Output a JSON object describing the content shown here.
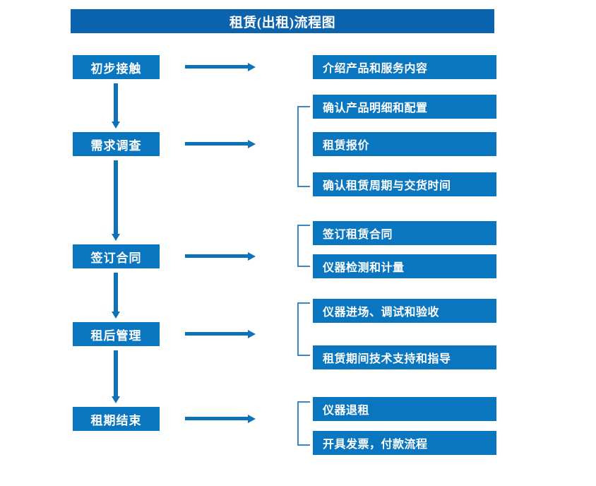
{
  "title": "租赁(出租)流程图",
  "colors": {
    "title_bar": "#0B63AE",
    "box": "#0B76C0",
    "arrow": "#0E72B8",
    "bracket": "#3C86C8",
    "text": "#FFFFFF",
    "background": "#FFFFFF"
  },
  "stages": [
    {
      "label": "初步接触"
    },
    {
      "label": "需求调查"
    },
    {
      "label": "签订合同"
    },
    {
      "label": "租后管理"
    },
    {
      "label": "租期结束"
    }
  ],
  "details": [
    {
      "label": "介绍产品和服务内容"
    },
    {
      "label": "确认产品明细和配置"
    },
    {
      "label": "租赁报价"
    },
    {
      "label": "确认租赁周期与交货时间"
    },
    {
      "label": "签订租赁合同"
    },
    {
      "label": "仪器检测和计量"
    },
    {
      "label": "仪器进场、调试和验收"
    },
    {
      "label": "租赁期间技术支持和指导"
    },
    {
      "label": "仪器退租"
    },
    {
      "label": "开具发票，付款流程"
    }
  ],
  "groups": [
    {
      "name": "需求调查-group",
      "items": [
        "确认产品明细和配置",
        "租赁报价",
        "确认租赁周期与交货时间"
      ]
    },
    {
      "name": "签订合同-group",
      "items": [
        "签订租赁合同",
        "仪器检测和计量"
      ]
    },
    {
      "name": "租后管理-group",
      "items": [
        "仪器进场、调试和验收",
        "租赁期间技术支持和指导"
      ]
    },
    {
      "name": "租期结束-group",
      "items": [
        "仪器退租",
        "开具发票，付款流程"
      ]
    }
  ],
  "flow": [
    {
      "from": "初步接触",
      "to": "需求调查",
      "direction": "down"
    },
    {
      "from": "需求调查",
      "to": "签订合同",
      "direction": "down"
    },
    {
      "from": "签订合同",
      "to": "租后管理",
      "direction": "down"
    },
    {
      "from": "租后管理",
      "to": "租期结束",
      "direction": "down"
    },
    {
      "from": "初步接触",
      "to": "介绍产品和服务内容",
      "direction": "right"
    },
    {
      "from": "需求调查",
      "to": "需求调查-group",
      "direction": "right"
    },
    {
      "from": "签订合同",
      "to": "签订合同-group",
      "direction": "right"
    },
    {
      "from": "租后管理",
      "to": "租后管理-group",
      "direction": "right"
    },
    {
      "from": "租期结束",
      "to": "租期结束-group",
      "direction": "right"
    }
  ]
}
